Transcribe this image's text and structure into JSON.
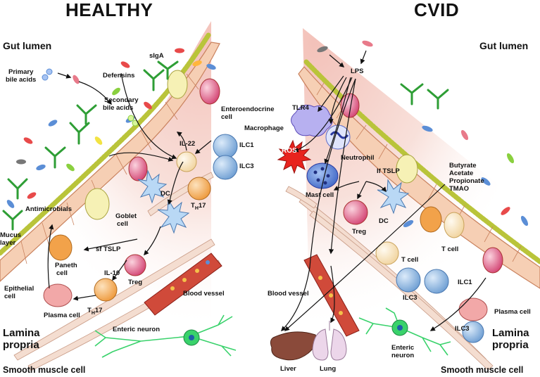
{
  "healthy": {
    "title": "HEALTHY",
    "gut_lumen": "Gut  lumen",
    "lamina_propria_1": "Lamina",
    "lamina_propria_2": "propria",
    "smooth_muscle": "Smooth muscle  cell",
    "labels": {
      "primary_bile_acids_1": "Primary",
      "primary_bile_acids_2": "bile acids",
      "defensins": "Defensins",
      "siga": "sIgA",
      "secondary_bile_acids_1": "Secondary",
      "secondary_bile_acids_2": "bile acids",
      "enteroendocrine_1": "Enteroendocrine",
      "enteroendocrine_2": "cell",
      "il22": "IL-22",
      "ilc1": "ILC1",
      "ilc3": "ILC3",
      "dc": "DC",
      "th17_top": "T",
      "th17_top_sub": "H",
      "th17_top_num": "17",
      "antimicrobials": "Antimicrobials",
      "goblet_1": "Goblet",
      "goblet_2": "cell",
      "mucus_1": "Mucus",
      "mucus_2": "layer",
      "sf_tslp": "sf TSLP",
      "paneth_1": "Paneth",
      "paneth_2": "cell",
      "il10": "IL-10",
      "treg": "Treg",
      "epithelial_1": "Epithelial",
      "epithelial_2": "cell",
      "blood_vessel": "Blood vessel",
      "plasma_cell": "Plasma  cell",
      "th17_bottom": "T",
      "th17_bottom_sub": "H",
      "th17_bottom_num": "17",
      "enteric_neuron": "Enteric neuron"
    }
  },
  "cvid": {
    "title": "CVID",
    "gut_lumen": "Gut  lumen",
    "lamina_propria_1": "Lamina",
    "lamina_propria_2": "propria",
    "smooth_muscle": "Smooth muscle  cell",
    "labels": {
      "lps": "LPS",
      "tlr4": "TLR4",
      "macrophage": "Macrophage",
      "ros": "ROS",
      "neutrophil": "Neutrophil",
      "butyrate": "Butyrate",
      "acetate": "Acetate",
      "propionate": "Propionate",
      "tmao": "TMAO",
      "if_tslp": "lf TSLP",
      "mast_cell": "Mast cell",
      "dc": "DC",
      "treg": "Treg",
      "t_cell_1": "T cell",
      "t_cell_2": "T  cell",
      "ilc1": "ILC1",
      "ilc3_a": "ILC3",
      "ilc3_b": "ILC3",
      "blood_vessel": "Blood  vessel",
      "plasma_cell": "Plasma  cell",
      "enteric_neuron_1": "Enteric",
      "enteric_neuron_2": "neuron",
      "liver": "Liver",
      "lung": "Lung"
    }
  },
  "colors": {
    "epithelium": "#f6cfb4",
    "epithelium_edge": "#c9825e",
    "villi": "#b9c43a",
    "lamina_glow": "#f3c9c2",
    "antibody": "#2e9e35",
    "neuron": "#39d26b",
    "blood": "#c62828",
    "ros": "#e8231e",
    "mast": "#3f66c9",
    "ilc": "#7ba9da",
    "th17": "#f2a24a",
    "treg": "#d4416c",
    "plasma": "#e58b8b",
    "liver": "#8a4a3a",
    "lung": "#ecd6ea"
  }
}
